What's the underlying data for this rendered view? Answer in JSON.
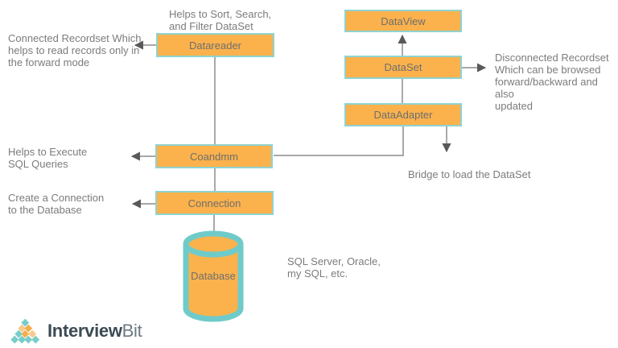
{
  "nodes": {
    "dataview": "DataView",
    "dataset": "DataSet",
    "dataadapter": "DataAdapter",
    "datareader": "Datareader",
    "command": "Coandmm",
    "connection": "Connection",
    "database": "Database"
  },
  "annotations": {
    "datareader_note": "Helps to Sort, Search,\nand Filter DataSet",
    "connected_recordset_note": "Connected Recordset Which\nhelps to read records only in\nthe forward mode",
    "command_note": "Helps to Execute\nSQL Queries",
    "connection_note": "Create a Connection\nto the Database",
    "dataset_note": "Disconnected Recordset\nWhich can be browsed\nforward/backward and also\nupdated",
    "dataadapter_note": "Bridge to load the DataSet",
    "database_note": "SQL Server, Oracle,\nmy SQL, etc."
  },
  "logo": {
    "brand_bold": "Interview",
    "brand_light": "Bit"
  },
  "colors": {
    "node_fill": "#FBB24C",
    "node_border": "#8FD3D0",
    "cylinder_border": "#6FCBC9",
    "connector": "#8C8C8C",
    "arrowhead": "#595959",
    "node_text": "#6E6E6E",
    "note_text": "#7C7C7C",
    "brand_dark": "#3C4A54",
    "brand_light_color": "#6B7A83",
    "logo_teal": "#79CDC8",
    "logo_orange": "#F3AE4E",
    "logo_pale": "#F8C98E"
  }
}
